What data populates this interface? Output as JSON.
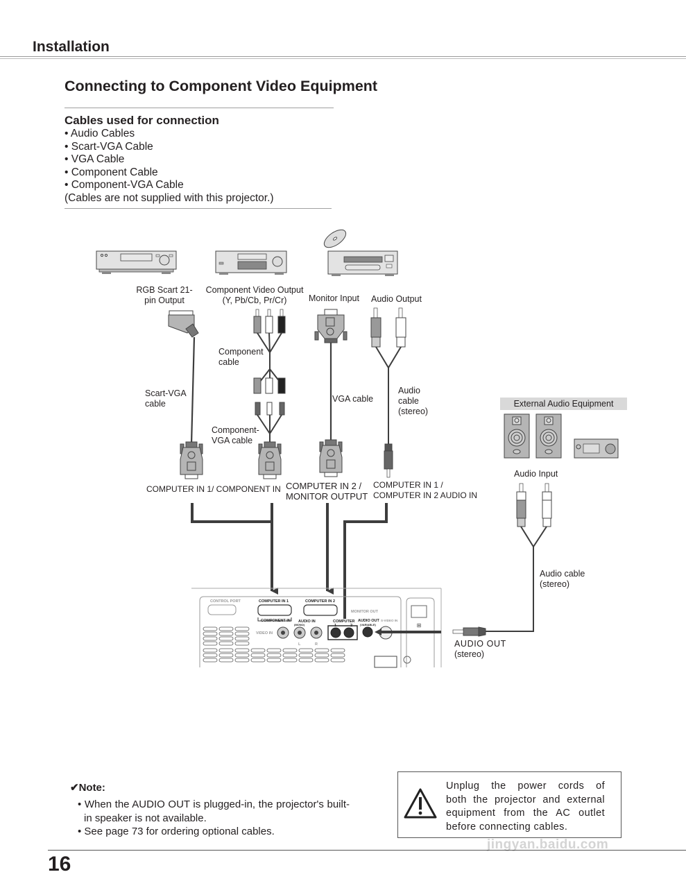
{
  "header": {
    "section_title": "Installation",
    "page_heading": "Connecting to Component Video Equipment"
  },
  "cables_used": {
    "title": "Cables used for connection",
    "items": [
      "• Audio Cables",
      "• Scart-VGA Cable",
      "• VGA Cable",
      "• Component Cable",
      "• Component-VGA Cable"
    ],
    "footnote": "(Cables are not supplied with this projector.)"
  },
  "diagram": {
    "source_labels": {
      "rgb_scart_line1": "RGB Scart 21-",
      "rgb_scart_line2": "pin Output",
      "component_out_line1": "Component Video Output",
      "component_out_line2": "(Y, Pb/Cb, Pr/Cr)",
      "monitor_input": "Monitor Input",
      "audio_output": "Audio Output"
    },
    "cable_labels": {
      "component_line1": "Component",
      "component_line2": "cable",
      "scart_vga_line1": "Scart-VGA",
      "scart_vga_line2": "cable",
      "component_vga_line1": "Component-",
      "component_vga_line2": "VGA cable",
      "vga": "VGA cable",
      "audio_line1": "Audio",
      "audio_line2": "cable",
      "audio_line3": "(stereo)",
      "audio_ext_line1": "Audio cable",
      "audio_ext_line2": "(stereo)"
    },
    "port_labels": {
      "computer_in1": "COMPUTER IN 1/ COMPONENT IN",
      "computer_in2_line1": "COMPUTER IN 2 /",
      "computer_in2_line2": "MONITOR OUTPUT",
      "audio_in_line1": "COMPUTER IN 1 /",
      "audio_in_line2": "COMPUTER IN 2 AUDIO IN",
      "audio_out_line1": "AUDIO  OUT",
      "audio_out_line2": "(stereo)"
    },
    "external_audio": {
      "title": "External Audio Equipment",
      "audio_input": "Audio Input"
    },
    "projector_panel": {
      "control_port": "CONTROL PORT",
      "computer_in1": "COMPUTER IN 1",
      "computer_in2": "COMPUTER IN 2",
      "monitor_out": "MONITOR OUT",
      "component_in": "COMPONENT IN",
      "audio_in": "AUDIO IN",
      "mono": "(MONO)",
      "computer": "COMPUTER",
      "jack1": "1",
      "jack2": "2",
      "audio_out": "AUDIO OUT",
      "variable": "(VARIABLE)",
      "s_video_in": "S-VIDEO IN",
      "video_in": "VIDEO IN",
      "left": "L",
      "right": "R"
    }
  },
  "note": {
    "title": "✔Note:",
    "items": [
      "• When the AUDIO OUT is plugged-in, the projector's built-in speaker is not available.",
      "• See page 73 for ordering optional cables."
    ]
  },
  "warning": {
    "lines": [
      "Unplug the power cords of",
      "both the projector and external",
      "equipment from the AC outlet",
      "before connecting cables."
    ]
  },
  "footer": {
    "page_number": "16",
    "watermark": "jingyan.baidu.com"
  }
}
